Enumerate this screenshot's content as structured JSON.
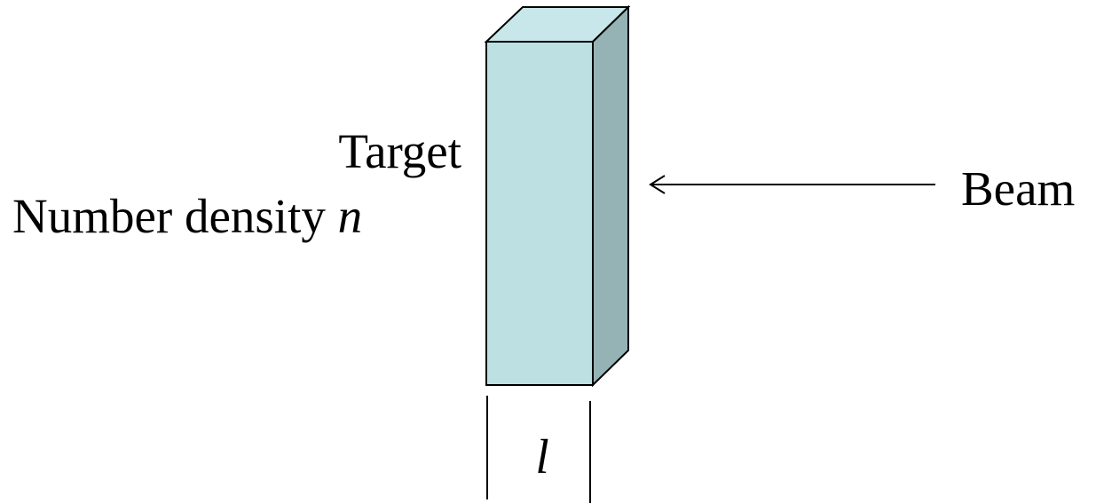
{
  "labels": {
    "target": "Target",
    "number_density_prefix": "Number density ",
    "number_density_symbol": "n",
    "beam": "Beam",
    "length_symbol": "l"
  },
  "colors": {
    "front_face": "#bde0e3",
    "top_face": "#c8e7ea",
    "side_face": "#95b3b4",
    "stroke": "#000000",
    "background": "#ffffff"
  }
}
